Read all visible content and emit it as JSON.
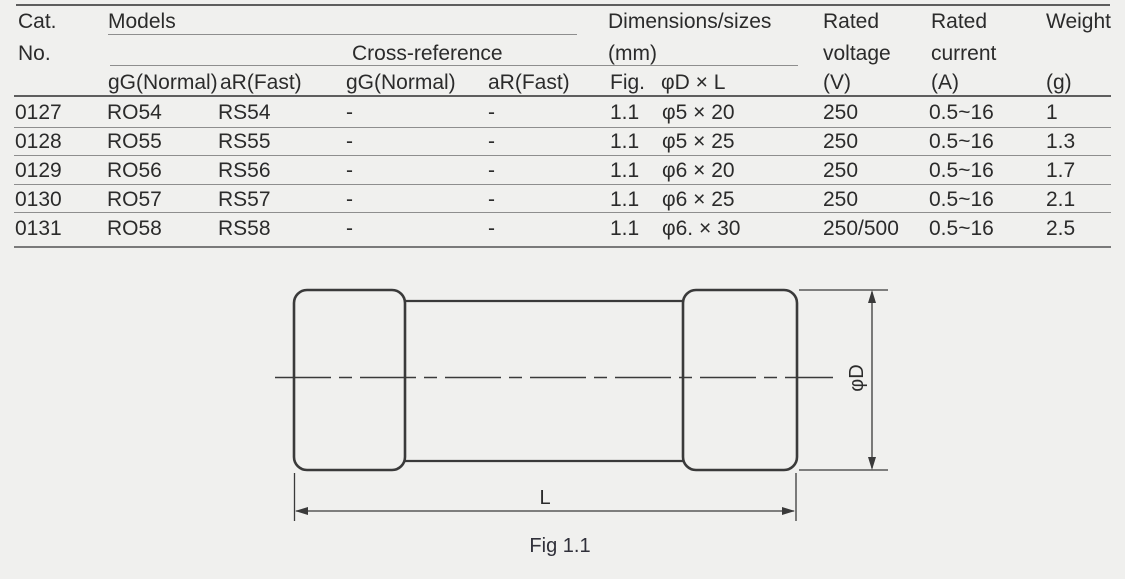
{
  "table": {
    "header": {
      "cat": "Cat.",
      "no": "No.",
      "models": "Models",
      "cross_reference": "Cross-reference",
      "dimensions": "Dimensions/sizes",
      "dimensions_unit": "(mm)",
      "rated_voltage_1": "Rated",
      "rated_voltage_2": "voltage",
      "rated_current_1": "Rated",
      "rated_current_2": "current",
      "weight": "Weight",
      "sub": [
        "gG(Normal)",
        "aR(Fast)",
        "gG(Normal)",
        "aR(Fast)",
        "Fig.",
        "φD × L",
        "(V)",
        "(A)",
        "(g)"
      ]
    },
    "rows": [
      [
        "0127",
        "RO54",
        "RS54",
        "-",
        "-",
        "1.1",
        "φ5 × 20",
        "250",
        "0.5~16",
        "1"
      ],
      [
        "0128",
        "RO55",
        "RS55",
        "-",
        "-",
        "1.1",
        "φ5 × 25",
        "250",
        "0.5~16",
        "1.3"
      ],
      [
        "0129",
        "RO56",
        "RS56",
        "-",
        "-",
        "1.1",
        "φ6 × 20",
        "250",
        "0.5~16",
        "1.7"
      ],
      [
        "0130",
        "RO57",
        "RS57",
        "-",
        "-",
        "1.1",
        "φ6 × 25",
        "250",
        "0.5~16",
        "2.1"
      ],
      [
        "0131",
        "RO58",
        "RS58",
        "-",
        "-",
        "1.1",
        "φ6. × 30",
        "250/500",
        "0.5~16",
        "2.5"
      ]
    ]
  },
  "figure": {
    "caption": "Fig 1.1",
    "diameter_label": "φD",
    "length_label": "L"
  },
  "colors": {
    "background": "#f0f0ee",
    "text": "#2b2b2b",
    "rule_light": "#8e8e8e",
    "rule_dark": "#5e5e5e",
    "drawing": "#3a3a3a"
  }
}
